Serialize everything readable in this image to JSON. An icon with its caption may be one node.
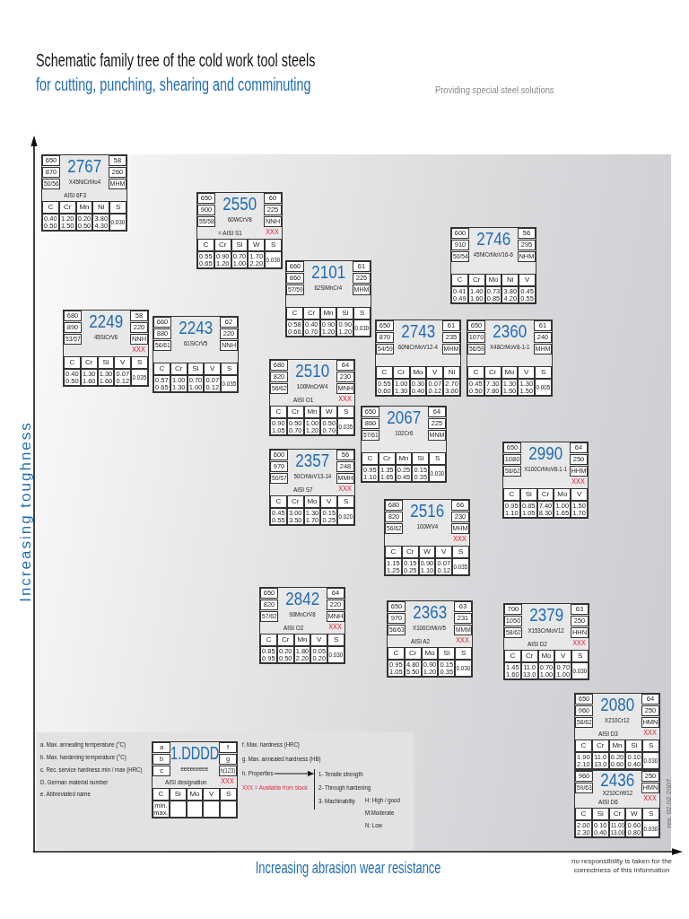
{
  "diagram": {
    "title": "Schematic family tree of the cold work tool steels",
    "nodes": [
      {
        "text": [
          "2767",
          "X45NiCrMo4",
          "AISI 6F3"
        ]
      },
      {
        "text": [
          "650"
        ],
        "in": 0
      },
      {
        "text": [
          "870"
        ],
        "in": 0
      },
      {
        "text": [
          "50/56"
        ],
        "in": 0
      },
      {
        "text": [
          "58"
        ],
        "in": 0
      },
      {
        "text": [
          "260"
        ],
        "in": 0
      },
      {
        "text": [
          "MHM"
        ],
        "in": 0
      },
      {
        "text": [
          "C"
        ],
        "in": 0
      },
      {
        "text": [
          "Cr"
        ],
        "in": 0
      },
      {
        "text": [
          "Mn"
        ],
        "in": 0
      },
      {
        "text": [
          "Ni"
        ],
        "in": 0
      },
      {
        "text": [
          "S"
        ],
        "in": 0
      },
      {
        "text": [
          "0.40 0.50"
        ],
        "in": 0
      },
      {
        "text": [
          "1.20 1.50"
        ],
        "in": 0
      },
      {
        "text": [
          "0.20 0.50"
        ],
        "in": 0
      },
      {
        "text": [
          "3.80 4.30"
        ],
        "in": 0
      },
      {
        "text": [
          "0.030"
        ],
        "in": 0
      },
      {
        "text": [
          "2550",
          "60WCrV8",
          "≈ AISI S1"
        ]
      },
      {
        "text": [
          "650"
        ],
        "in": 17
      },
      {
        "text": [
          "900"
        ],
        "in": 17
      },
      {
        "text": [
          "55/58"
        ],
        "in": 17
      },
      {
        "text": [
          "60"
        ],
        "in": 17
      },
      {
        "text": [
          "225"
        ],
        "in": 17
      },
      {
        "text": [
          "NNH"
        ],
        "in": 17,
        "beside": [
          "XXX"
        ]
      },
      {
        "text": [
          "C"
        ],
        "in": 17
      },
      {
        "text": [
          "Cr"
        ],
        "in": 17
      },
      {
        "text": [
          "Si"
        ],
        "in": 17
      },
      {
        "text": [
          "W"
        ],
        "in": 17
      },
      {
        "text": [
          "S"
        ],
        "in": 17
      },
      {
        "text": [
          "0.55 0.65"
        ],
        "in": 17
      },
      {
        "text": [
          "0.90 1.20"
        ],
        "in": 17
      },
      {
        "text": [
          "0.70 1.00"
        ],
        "in": 17
      },
      {
        "text": [
          "1.70 2.20"
        ],
        "in": 17
      },
      {
        "text": [
          "0.030"
        ],
        "in": 17
      },
      {
        "text": [
          "2746",
          "45NiCrMoV16-6"
        ]
      },
      {
        "text": [
          "600"
        ],
        "in": 34
      },
      {
        "text": [
          "910"
        ],
        "in": 34
      },
      {
        "text": [
          "50/54"
        ],
        "in": 34
      },
      {
        "text": [
          "56"
        ],
        "in": 34
      },
      {
        "text": [
          "295"
        ],
        "in": 34
      },
      {
        "text": [
          "NHM"
        ],
        "in": 34
      },
      {
        "text": [
          "C"
        ],
        "in": 34
      },
      {
        "text": [
          "Cr"
        ],
        "in": 34
      },
      {
        "text": [
          "Mo"
        ],
        "in": 34
      },
      {
        "text": [
          "Ni"
        ],
        "in": 34
      },
      {
        "text": [
          "V"
        ],
        "in": 34
      },
      {
        "text": [
          "0.41 0.49"
        ],
        "in": 34
      },
      {
        "text": [
          "1.40 1.60"
        ],
        "in": 34
      },
      {
        "text": [
          "0.73 0.85"
        ],
        "in": 34
      },
      {
        "text": [
          "3.80 4.20"
        ],
        "in": 34
      },
      {
        "text": [
          "0.45 0.55"
        ],
        "in": 34
      },
      {
        "text": [
          "2101",
          "62SiMnCr4"
        ]
      },
      {
        "text": [
          "660"
        ],
        "in": 51
      },
      {
        "text": [
          "860"
        ],
        "in": 51
      },
      {
        "text": [
          "57/59"
        ],
        "in": 51
      },
      {
        "text": [
          "61"
        ],
        "in": 51
      },
      {
        "text": [
          "225"
        ],
        "in": 51
      },
      {
        "text": [
          "MHM"
        ],
        "in": 51
      },
      {
        "text": [
          "C"
        ],
        "in": 51
      },
      {
        "text": [
          "Cr"
        ],
        "in": 51
      },
      {
        "text": [
          "Mn"
        ],
        "in": 51
      },
      {
        "text": [
          "Si"
        ],
        "in": 51
      },
      {
        "text": [
          "S"
        ],
        "in": 51
      },
      {
        "text": [
          "0.58 0.66"
        ],
        "in": 51
      },
      {
        "text": [
          "0.40 0.70"
        ],
        "in": 51
      },
      {
        "text": [
          "0.90 1.20"
        ],
        "in": 51
      },
      {
        "text": [
          "0.90 1.20"
        ],
        "in": 51
      },
      {
        "text": [
          "0.030"
        ],
        "in": 51
      },
      {
        "text": [
          "2249",
          "45SiCrV6"
        ]
      },
      {
        "text": [
          "680"
        ],
        "in": 68
      },
      {
        "text": [
          "890"
        ],
        "in": 68
      },
      {
        "text": [
          "53/57"
        ],
        "in": 68
      },
      {
        "text": [
          "58"
        ],
        "in": 68
      },
      {
        "text": [
          "220"
        ],
        "in": 68
      },
      {
        "text": [
          "NNH"
        ],
        "in": 68,
        "beside": [
          "XXX"
        ]
      },
      {
        "text": [
          "C"
        ],
        "in": 68
      },
      {
        "text": [
          "Cr"
        ],
        "in": 68
      },
      {
        "text": [
          "Si"
        ],
        "in": 68
      },
      {
        "text": [
          "V"
        ],
        "in": 68
      },
      {
        "text": [
          "S"
        ],
        "in": 68
      },
      {
        "text": [
          "0.40 0.50"
        ],
        "in": 68
      },
      {
        "text": [
          "1.30 1.60"
        ],
        "in": 68
      },
      {
        "text": [
          "1.30 1.60"
        ],
        "in": 68
      },
      {
        "text": [
          "0.07 0.12"
        ],
        "in": 68
      },
      {
        "text": [
          "0.035"
        ],
        "in": 68
      },
      {
        "text": [
          "2243",
          "61SiCrV5"
        ]
      },
      {
        "text": [
          "660"
        ],
        "in": 85
      },
      {
        "text": [
          "880"
        ],
        "in": 85
      },
      {
        "text": [
          "56/61"
        ],
        "in": 85
      },
      {
        "text": [
          "62"
        ],
        "in": 85
      },
      {
        "text": [
          "220"
        ],
        "in": 85
      },
      {
        "text": [
          "NNH"
        ],
        "in": 85
      },
      {
        "text": [
          "C"
        ],
        "in": 85
      },
      {
        "text": [
          "Cr"
        ],
        "in": 85
      },
      {
        "text": [
          "Si"
        ],
        "in": 85
      },
      {
        "text": [
          "V"
        ],
        "in": 85
      },
      {
        "text": [
          "S"
        ],
        "in": 85
      },
      {
        "text": [
          "0.57 0.65"
        ],
        "in": 85
      },
      {
        "text": [
          "1.00 1.30"
        ],
        "in": 85
      },
      {
        "text": [
          "0.70 1.00"
        ],
        "in": 85
      },
      {
        "text": [
          "0.07 0.12"
        ],
        "in": 85
      },
      {
        "text": [
          "0.035"
        ],
        "in": 85
      },
      {
        "text": [
          "2743",
          "60NiCrMoV12-4"
        ]
      },
      {
        "text": [
          "650"
        ],
        "in": 102
      },
      {
        "text": [
          "870"
        ],
        "in": 102
      },
      {
        "text": [
          "54/59"
        ],
        "in": 102
      },
      {
        "text": [
          "61"
        ],
        "in": 102
      },
      {
        "text": [
          "235"
        ],
        "in": 102
      },
      {
        "text": [
          "MHM"
        ],
        "in": 102
      },
      {
        "text": [
          "C"
        ],
        "in": 102
      },
      {
        "text": [
          "Cr"
        ],
        "in": 102
      },
      {
        "text": [
          "Mo"
        ],
        "in": 102
      },
      {
        "text": [
          "V"
        ],
        "in": 102
      },
      {
        "text": [
          "Ni"
        ],
        "in": 102
      },
      {
        "text": [
          "0.55 0.60"
        ],
        "in": 102
      },
      {
        "text": [
          "1.00 1.30"
        ],
        "in": 102
      },
      {
        "text": [
          "0.30 0.40"
        ],
        "in": 102
      },
      {
        "text": [
          "0.07 0.12"
        ],
        "in": 102
      },
      {
        "text": [
          "2.70 3.00"
        ],
        "in": 102
      },
      {
        "text": [
          "2360",
          "X48CrMoV8-1-1"
        ]
      },
      {
        "text": [
          "650"
        ],
        "in": 119
      },
      {
        "text": [
          "1070"
        ],
        "in": 119
      },
      {
        "text": [
          "56/59"
        ],
        "in": 119
      },
      {
        "text": [
          "61"
        ],
        "in": 119
      },
      {
        "text": [
          "240"
        ],
        "in": 119
      },
      {
        "text": [
          "MHM"
        ],
        "in": 119
      },
      {
        "text": [
          "C"
        ],
        "in": 119
      },
      {
        "text": [
          "Cr"
        ],
        "in": 119
      },
      {
        "text": [
          "Mo"
        ],
        "in": 119
      },
      {
        "text": [
          "V"
        ],
        "in": 119
      },
      {
        "text": [
          "S"
        ],
        "in": 119
      },
      {
        "text": [
          "0.45 0.50"
        ],
        "in": 119
      },
      {
        "text": [
          "7.30 7.80"
        ],
        "in": 119
      },
      {
        "text": [
          "1.30 1.50"
        ],
        "in": 119
      },
      {
        "text": [
          "1.30 1.50"
        ],
        "in": 119
      },
      {
        "text": [
          "0.005"
        ],
        "in": 119
      },
      {
        "text": [
          "2510",
          "100MnCrW4",
          "AISI O1"
        ]
      },
      {
        "text": [
          "680"
        ],
        "in": 136
      },
      {
        "text": [
          "820"
        ],
        "in": 136
      },
      {
        "text": [
          "56/62"
        ],
        "in": 136
      },
      {
        "text": [
          "64"
        ],
        "in": 136
      },
      {
        "text": [
          "230"
        ],
        "in": 136
      },
      {
        "text": [
          "MNH"
        ],
        "in": 136,
        "beside": [
          "XXX"
        ]
      },
      {
        "text": [
          "C"
        ],
        "in": 136
      },
      {
        "text": [
          "Cr"
        ],
        "in": 136
      },
      {
        "text": [
          "Mn"
        ],
        "in": 136
      },
      {
        "text": [
          "W"
        ],
        "in": 136
      },
      {
        "text": [
          "S"
        ],
        "in": 136
      },
      {
        "text": [
          "0.90 1.05"
        ],
        "in": 136
      },
      {
        "text": [
          "0.50 0.70"
        ],
        "in": 136
      },
      {
        "text": [
          "1.00 1.20"
        ],
        "in": 136
      },
      {
        "text": [
          "0.50 0.70"
        ],
        "in": 136
      },
      {
        "text": [
          "0.035"
        ],
        "in": 136
      },
      {
        "text": [
          "2067",
          "102Cr6"
        ]
      },
      {
        "text": [
          "650"
        ],
        "in": 153
      },
      {
        "text": [
          "860"
        ],
        "in": 153
      },
      {
        "text": [
          "57/61"
        ],
        "in": 153
      },
      {
        "text": [
          "64"
        ],
        "in": 153
      },
      {
        "text": [
          "225"
        ],
        "in": 153
      },
      {
        "text": [
          "MNM"
        ],
        "in": 153
      },
      {
        "text": [
          "C"
        ],
        "in": 153
      },
      {
        "text": [
          "Cr"
        ],
        "in": 153
      },
      {
        "text": [
          "Mn"
        ],
        "in": 153
      },
      {
        "text": [
          "Si"
        ],
        "in": 153
      },
      {
        "text": [
          "S"
        ],
        "in": 153
      },
      {
        "text": [
          "0.95 1.10"
        ],
        "in": 153
      },
      {
        "text": [
          "1.35 1.65"
        ],
        "in": 153
      },
      {
        "text": [
          "0.25 0.45"
        ],
        "in": 153
      },
      {
        "text": [
          "0.15 0.35"
        ],
        "in": 153
      },
      {
        "text": [
          "0.030"
        ],
        "in": 153
      },
      {
        "text": [
          "2990",
          "X100CrMoV8-1-1"
        ]
      },
      {
        "text": [
          "650"
        ],
        "in": 170
      },
      {
        "text": [
          "1080"
        ],
        "in": 170
      },
      {
        "text": [
          "58/62"
        ],
        "in": 170
      },
      {
        "text": [
          "64"
        ],
        "in": 170
      },
      {
        "text": [
          "250"
        ],
        "in": 170
      },
      {
        "text": [
          "HHM"
        ],
        "in": 170,
        "beside": [
          "XXX"
        ]
      },
      {
        "text": [
          "C"
        ],
        "in": 170
      },
      {
        "text": [
          "Si"
        ],
        "in": 170
      },
      {
        "text": [
          "Cr"
        ],
        "in": 170
      },
      {
        "text": [
          "Mo"
        ],
        "in": 170
      },
      {
        "text": [
          "V"
        ],
        "in": 170
      },
      {
        "text": [
          "0.95 1.10"
        ],
        "in": 170
      },
      {
        "text": [
          "0.85 1.05"
        ],
        "in": 170
      },
      {
        "text": [
          "7.40 8.30"
        ],
        "in": 170
      },
      {
        "text": [
          "1.00 1.65"
        ],
        "in": 170
      },
      {
        "text": [
          "1.50 1.70"
        ],
        "in": 170
      },
      {
        "text": [
          "2357",
          "50CrMoV13-14",
          "AISI S7"
        ]
      },
      {
        "text": [
          "600"
        ],
        "in": 187
      },
      {
        "text": [
          "970"
        ],
        "in": 187
      },
      {
        "text": [
          "50/57"
        ],
        "in": 187
      },
      {
        "text": [
          "56"
        ],
        "in": 187
      },
      {
        "text": [
          "248"
        ],
        "in": 187
      },
      {
        "text": [
          "MMH"
        ],
        "in": 187,
        "beside": [
          "XXX"
        ]
      },
      {
        "text": [
          "C"
        ],
        "in": 187
      },
      {
        "text": [
          "Cr"
        ],
        "in": 187
      },
      {
        "text": [
          "Mo"
        ],
        "in": 187
      },
      {
        "text": [
          "V"
        ],
        "in": 187
      },
      {
        "text": [
          "S"
        ],
        "in": 187
      },
      {
        "text": [
          "0.45 0.55"
        ],
        "in": 187
      },
      {
        "text": [
          "3.00 3.50"
        ],
        "in": 187
      },
      {
        "text": [
          "1.30 1.70"
        ],
        "in": 187
      },
      {
        "text": [
          "0.15 0.25"
        ],
        "in": 187
      },
      {
        "text": [
          "0.020"
        ],
        "in": 187
      },
      {
        "text": [
          "2516",
          "100WV4"
        ]
      },
      {
        "text": [
          "680"
        ],
        "in": 204
      },
      {
        "text": [
          "820"
        ],
        "in": 204
      },
      {
        "text": [
          "56/62"
        ],
        "in": 204
      },
      {
        "text": [
          "66"
        ],
        "in": 204
      },
      {
        "text": [
          "230"
        ],
        "in": 204
      },
      {
        "text": [
          "MHM"
        ],
        "in": 204,
        "beside": [
          "XXX"
        ]
      },
      {
        "text": [
          "C"
        ],
        "in": 204
      },
      {
        "text": [
          "Cr"
        ],
        "in": 204
      },
      {
        "text": [
          "W"
        ],
        "in": 204
      },
      {
        "text": [
          "V"
        ],
        "in": 204
      },
      {
        "text": [
          "S"
        ],
        "in": 204
      },
      {
        "text": [
          "1.15 1.25"
        ],
        "in": 204
      },
      {
        "text": [
          "0.15 0.25"
        ],
        "in": 204
      },
      {
        "text": [
          "0.90 1.10"
        ],
        "in": 204
      },
      {
        "text": [
          "0.07 0.12"
        ],
        "in": 204
      },
      {
        "text": [
          "0.035"
        ],
        "in": 204
      },
      {
        "text": [
          "2842",
          "90MnCrV8",
          "AISI O2"
        ]
      },
      {
        "text": [
          "650"
        ],
        "in": 221
      },
      {
        "text": [
          "820"
        ],
        "in": 221
      },
      {
        "text": [
          "57/62"
        ],
        "in": 221
      },
      {
        "text": [
          "64"
        ],
        "in": 221
      },
      {
        "text": [
          "220"
        ],
        "in": 221
      },
      {
        "text": [
          "MNH"
        ],
        "in": 221,
        "beside": [
          "XXX"
        ]
      },
      {
        "text": [
          "C"
        ],
        "in": 221
      },
      {
        "text": [
          "Cr"
        ],
        "in": 221
      },
      {
        "text": [
          "Mn"
        ],
        "in": 221
      },
      {
        "text": [
          "V"
        ],
        "in": 221
      },
      {
        "text": [
          "S"
        ],
        "in": 221
      },
      {
        "text": [
          "0.85 0.95"
        ],
        "in": 221
      },
      {
        "text": [
          "0.20 0.50"
        ],
        "in": 221
      },
      {
        "text": [
          "1.80 2.20"
        ],
        "in": 221
      },
      {
        "text": [
          "0.05 0.20"
        ],
        "in": 221
      },
      {
        "text": [
          "0.030"
        ],
        "in": 221
      },
      {
        "text": [
          "2363",
          "X100CrMoV5",
          "AISI A2"
        ]
      },
      {
        "text": [
          "650"
        ],
        "in": 238
      },
      {
        "text": [
          "970"
        ],
        "in": 238
      },
      {
        "text": [
          "56/63"
        ],
        "in": 238
      },
      {
        "text": [
          "63"
        ],
        "in": 238
      },
      {
        "text": [
          "231"
        ],
        "in": 238
      },
      {
        "text": [
          "MMM"
        ],
        "in": 238,
        "beside": [
          "XXX"
        ]
      },
      {
        "text": [
          "C"
        ],
        "in": 238
      },
      {
        "text": [
          "Cr"
        ],
        "in": 238
      },
      {
        "text": [
          "Mo"
        ],
        "in": 238
      },
      {
        "text": [
          "Si"
        ],
        "in": 238
      },
      {
        "text": [
          "S"
        ],
        "in": 238
      },
      {
        "text": [
          "0.95 1.05"
        ],
        "in": 238
      },
      {
        "text": [
          "4.80 5.50"
        ],
        "in": 238
      },
      {
        "text": [
          "0.90 1.20"
        ],
        "in": 238
      },
      {
        "text": [
          "0.15 0.35"
        ],
        "in": 238
      },
      {
        "text": [
          "0.030"
        ],
        "in": 238
      },
      {
        "text": [
          "2379",
          "X153CrMoV12",
          "AISI D2"
        ]
      },
      {
        "text": [
          "700"
        ],
        "in": 255
      },
      {
        "text": [
          "1050"
        ],
        "in": 255
      },
      {
        "text": [
          "58/62"
        ],
        "in": 255
      },
      {
        "text": [
          "63"
        ],
        "in": 255
      },
      {
        "text": [
          "250"
        ],
        "in": 255
      },
      {
        "text": [
          "HHN"
        ],
        "in": 255,
        "beside": [
          "XXX"
        ]
      },
      {
        "text": [
          "C"
        ],
        "in": 255
      },
      {
        "text": [
          "Cr"
        ],
        "in": 255
      },
      {
        "text": [
          "Mo"
        ],
        "in": 255
      },
      {
        "text": [
          "V"
        ],
        "in": 255
      },
      {
        "text": [
          "S"
        ],
        "in": 255
      },
      {
        "text": [
          "1.45 1.60"
        ],
        "in": 255
      },
      {
        "text": [
          "11.0 13.0"
        ],
        "in": 255
      },
      {
        "text": [
          "0.70 1.00"
        ],
        "in": 255
      },
      {
        "text": [
          "0.70 1.00"
        ],
        "in": 255
      },
      {
        "text": [
          "0.030"
        ],
        "in": 255
      },
      {
        "text": [
          "2080",
          "X210Cr12",
          "AISI D3"
        ]
      },
      {
        "text": [
          "650"
        ],
        "in": 272
      },
      {
        "text": [
          "960"
        ],
        "in": 272
      },
      {
        "text": [
          "58/62"
        ],
        "in": 272
      },
      {
        "text": [
          "64"
        ],
        "in": 272
      },
      {
        "text": [
          "250"
        ],
        "in": 272
      },
      {
        "text": [
          "HMN"
        ],
        "in": 272,
        "beside": [
          "XXX"
        ]
      },
      {
        "text": [
          "C"
        ],
        "in": 272
      },
      {
        "text": [
          "Cr"
        ],
        "in": 272
      },
      {
        "text": [
          "Mn"
        ],
        "in": 272
      },
      {
        "text": [
          "Si"
        ],
        "in": 272
      },
      {
        "text": [
          "S"
        ],
        "in": 272
      },
      {
        "text": [
          "1.90 2.10"
        ],
        "in": 272
      },
      {
        "text": [
          "11.0 13.0"
        ],
        "in": 272
      },
      {
        "text": [
          "0.20 0.60"
        ],
        "in": 272
      },
      {
        "text": [
          "0.10 0.40"
        ],
        "in": 272
      },
      {
        "text": [
          "0.030"
        ],
        "in": 272
      },
      {
        "text": [
          "a. Max. annealing temperature (°C)",
          "b. Max. hardening temperature (°C)",
          "c. Rec. service hardness min / max (HRC)",
          "D. German material number",
          "e. Abbreviated name",
          "f. Max. hardness (HRC)",
          "g. Max. annealed hardness (HB)",
          "XXX = Available from stock",
          "H: High / good",
          "M:Moderate",
          "N: Low"
        ]
      },
      {
        "text": [
          "1.DDDD",
          "eeeeeeeee",
          "AISI designation"
        ],
        "in": 289
      },
      {
        "text": [
          "a"
        ],
        "in": 290
      },
      {
        "text": [
          "b"
        ],
        "in": 290
      },
      {
        "text": [
          "c"
        ],
        "in": 290
      },
      {
        "text": [
          "f"
        ],
        "in": 290
      },
      {
        "text": [
          "g"
        ],
        "in": 290
      },
      {
        "text": [
          "h(123)"
        ],
        "in": 290,
        "beside": [
          "XXX"
        ]
      },
      {
        "text": [
          "C"
        ],
        "in": 290
      },
      {
        "text": [
          "Si"
        ],
        "in": 290
      },
      {
        "text": [
          "Mo"
        ],
        "in": 290
      },
      {
        "text": [
          "V"
        ],
        "in": 290
      },
      {
        "text": [
          "S"
        ],
        "in": 290
      },
      {
        "text": [
          "min. max."
        ],
        "in": 290
      },
      {
        "text": [],
        "shape": "box",
        "in": 290
      },
      {
        "text": [],
        "shape": "box",
        "in": 290
      },
      {
        "text": [],
        "shape": "box",
        "in": 290
      },
      {
        "text": [],
        "shape": "box",
        "in": 290
      },
      {
        "text": [
          "h. Properties"
        ],
        "in": 289
      },
      {
        "text": [
          "1- Tensile strength",
          "2- Through hardening",
          "3- Machinabilty"
        ],
        "in": 289
      },
      {
        "text": [
          "2436",
          "X210CrW12",
          "AISI D6"
        ]
      },
      {
        "text": [
          "960"
        ],
        "in": 309
      },
      {
        "text": [
          "59/63"
        ],
        "in": 309
      },
      {
        "text": [
          "250"
        ],
        "in": 309
      },
      {
        "text": [
          "HMN"
        ],
        "in": 309,
        "beside": [
          "XXX"
        ]
      },
      {
        "text": [
          "C"
        ],
        "in": 309
      },
      {
        "text": [
          "Si"
        ],
        "in": 309
      },
      {
        "text": [
          "Cr"
        ],
        "in": 309
      },
      {
        "text": [
          "W"
        ],
        "in": 309
      },
      {
        "text": [
          "S"
        ],
        "in": 309
      },
      {
        "text": [
          "2.00 2.30"
        ],
        "in": 309
      },
      {
        "text": [
          "0.10 0.40"
        ],
        "in": 309
      },
      {
        "text": [
          "11.00 13.00"
        ],
        "in": 309
      },
      {
        "text": [
          "0.60 0.80"
        ],
        "in": 309
      },
      {
        "text": [
          "0.030"
        ],
        "in": 309
      }
    ],
    "edges": [
      {
        "from": 307,
        "to": 308,
        "arrow": "to"
      }
    ],
    "labels": [
      "for cutting, punching, shearing and comminuting",
      "Providing special steel solutions",
      "Increasing toughness",
      "rev. 02.02.2007",
      "Increasing abrasion wear resistance",
      "no responsibility is taken for the correctness of this information"
    ]
  }
}
